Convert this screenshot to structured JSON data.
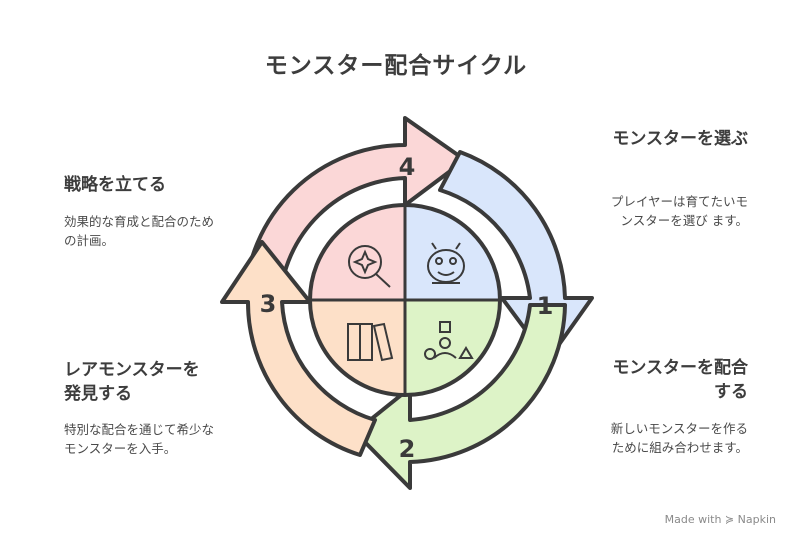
{
  "title": "モンスター配合サイクル",
  "steps": [
    {
      "number": "1",
      "title": "モンスターを選ぶ",
      "description": "プレイヤーは育てたいモンスターを選び ます。",
      "color": "#d9e6fb"
    },
    {
      "number": "2",
      "title": "モンスターを配合する",
      "description": "新しいモンスターを作るために組み合わせます。",
      "color": "#ddf3c7"
    },
    {
      "number": "3",
      "title": "レアモンスターを発見する",
      "description": "特別な配合を通じて希少なモンスターを入手。",
      "color": "#fde0c8"
    },
    {
      "number": "4",
      "title": "戦略を立てる",
      "description": "効果的な育成と配合のための計画。",
      "color": "#fbd7d7"
    }
  ],
  "icons": {
    "q1": "monster-icon",
    "q2": "shapes-person-icon",
    "q3": "book-stack-icon",
    "q4": "search-sparkle-icon"
  },
  "watermark": "Made with ≽ Napkin"
}
